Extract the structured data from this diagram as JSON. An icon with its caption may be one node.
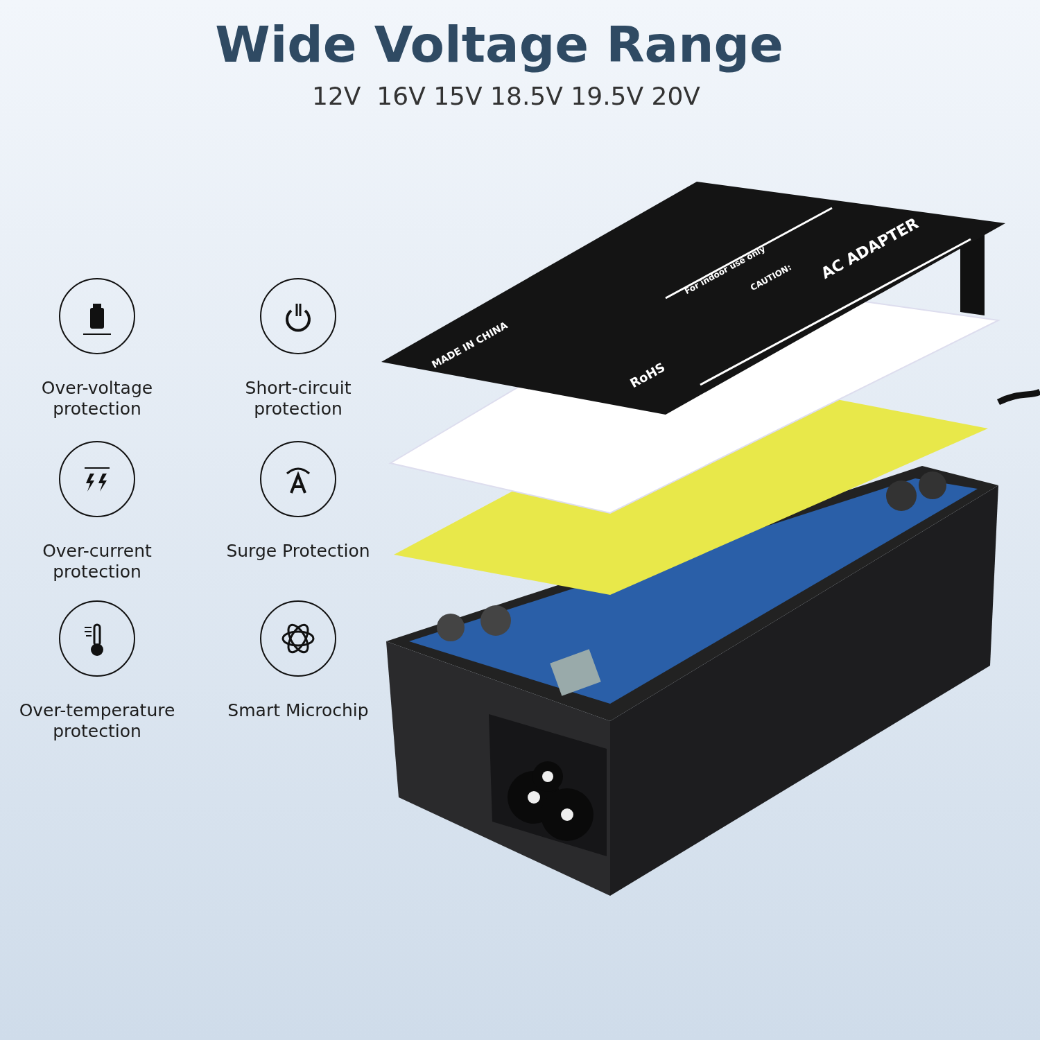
{
  "diagram": {
    "title": "Wide Voltage Range",
    "nodes": [
      {
        "text": [
          "Over-voltage protection"
        ]
      },
      {
        "text": [
          "Short-circuit protection"
        ]
      },
      {
        "text": [
          "Over-current protection"
        ]
      },
      {
        "text": [
          "Surge Protection"
        ]
      },
      {
        "text": [
          "Over-temperature protection"
        ]
      },
      {
        "text": [
          "Smart Microchip"
        ]
      }
    ],
    "labels": [
      "12V  16V 15V 18.5V 19.5V 20V",
      "AC ADAPTER",
      "CAUTION:",
      "For indoor use only",
      "RoHS",
      "MADE IN CHINA"
    ]
  }
}
